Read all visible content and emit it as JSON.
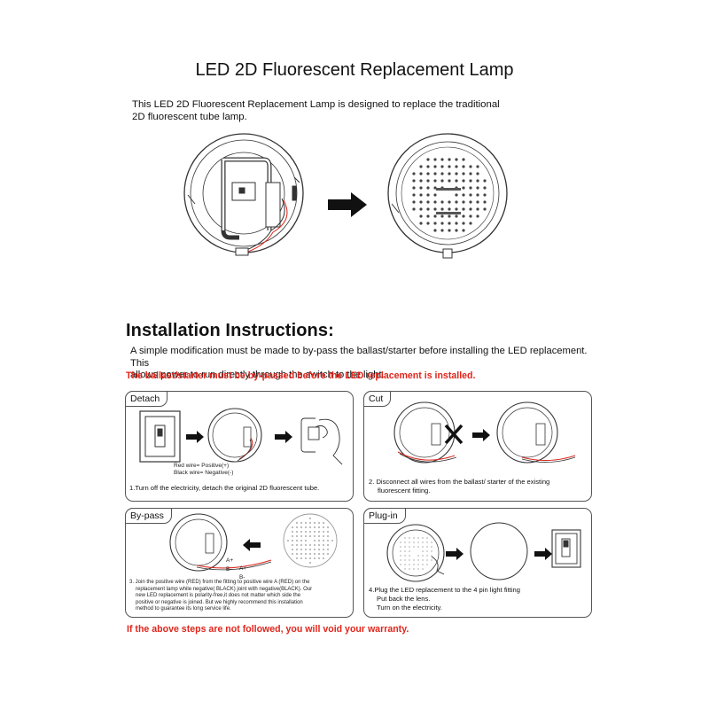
{
  "title": "LED 2D Fluorescent Replacement Lamp",
  "intro": {
    "line1": "This LED 2D Fluorescent Replacement Lamp is designed to replace the traditional",
    "line2": "2D fluorescent tube lamp."
  },
  "install": {
    "heading": "Installation Instructions:",
    "para_line1": "A simple modification must be made to by-pass the ballast/starter before installing the LED replacement. This",
    "para_line2": "allows power to run directly through the switch to the light.",
    "warning": "The ballast/starter must be by-passed before the LED replacement is installed."
  },
  "steps": {
    "detach": {
      "tab": "Detach",
      "wire_red": "Red wire= Positive(+)",
      "wire_black": "Black wire= Negative(-)",
      "caption": "1.Turn off the electricity, detach the original 2D fluorescent tube."
    },
    "cut": {
      "tab": "Cut",
      "caption_line1": "2. Disconnect all wires from the ballast/ starter of the existing",
      "caption_line2": "fluorescent fitting."
    },
    "bypass": {
      "tab": "By-pass",
      "label_a_plus_1": "A+",
      "label_b_minus_1": "B-",
      "label_a_plus_2": "A+",
      "label_b_minus_2": "B-",
      "lines": [
        "3. Join the positive wire (RED) from the fitting to positive wire A (RED) on the",
        "replacement lamp while negative( BLACK) joint with negative(BLACK). Our",
        "new LED replacement is polarity-free,it does not matter which side the",
        "positive or negative is joined. But we highly recommend this installation",
        "method to guarantee its long service life."
      ]
    },
    "plugin": {
      "tab": "Plug-in",
      "caption_line1": "4.Plug the LED replacement to the 4 pin light fitting",
      "caption_line2": "Put back the lens.",
      "caption_line3": "Turn on the electricity."
    }
  },
  "footer_warning": "If the above steps are not followed, you will void your warranty.",
  "colors": {
    "warning_red": "#e0251b",
    "wire_red": "#d8281e",
    "line": "#333333"
  },
  "icons": [
    "old-fitting-drawing",
    "arrow-right-icon",
    "led-lamp-drawing",
    "wall-switch-icon",
    "hand-icon",
    "cut-cross-icon"
  ]
}
